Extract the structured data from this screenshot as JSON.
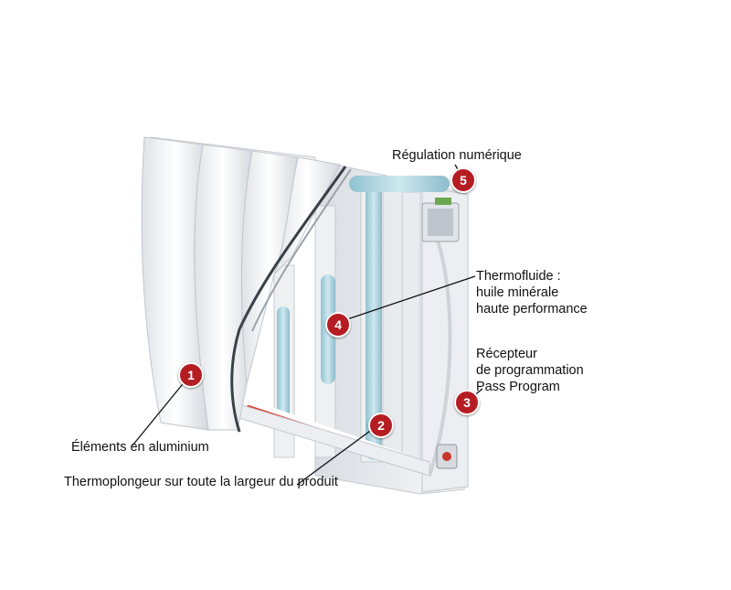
{
  "callouts": [
    {
      "num": "1",
      "lines": [
        "Éléments en aluminium"
      ]
    },
    {
      "num": "2",
      "lines": [
        "Thermoplongeur sur toute la largeur du produit"
      ]
    },
    {
      "num": "3",
      "lines": [
        "Récepteur",
        "de programmation",
        "Pass Program"
      ]
    },
    {
      "num": "4",
      "lines": [
        "Thermofluide :",
        "huile minérale",
        "haute performance"
      ]
    },
    {
      "num": "5",
      "lines": [
        "Régulation numérique"
      ]
    }
  ],
  "colors": {
    "badge": "#b51d22",
    "body": "#f3f4f6",
    "fluid": "#a9d3de",
    "heater": "#e03a2c"
  },
  "icons": [
    "numbered-badge-icon"
  ]
}
